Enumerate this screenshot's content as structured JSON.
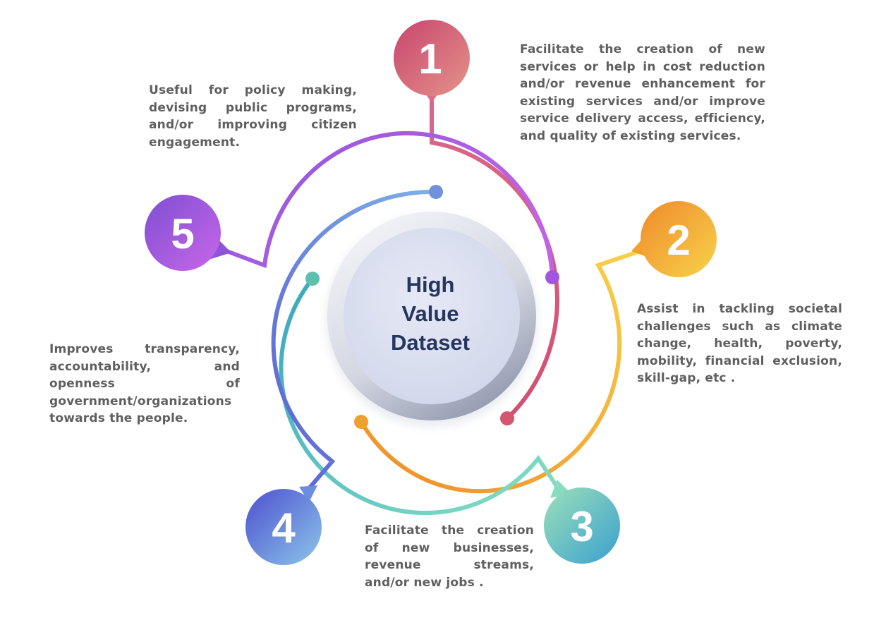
{
  "center": {
    "lines": [
      "High",
      "Value",
      "Dataset"
    ]
  },
  "colors": {
    "step1": "#d45e7a",
    "step2": "#f3a62d",
    "step3": "#5bc3be",
    "step4": "#5c68c9",
    "step5": "#9a57d8",
    "text": "#5f5f5f",
    "center_text": "#253660"
  },
  "steps": [
    {
      "number": "1",
      "text": "Facilitate the creation of new services or help in cost reduction and/or revenue enhancement for existing services and/or improve service delivery access, efficiency, and quality of existing services."
    },
    {
      "number": "2",
      "text": "Assist in tackling societal challenges such as climate change, health, poverty, mobility, financial exclusion, skill-gap, etc ."
    },
    {
      "number": "3",
      "text": "Facilitate the creation of new businesses, revenue streams, and/or new jobs ."
    },
    {
      "number": "4",
      "text": "Improves transparency, accountability, and openness of government/organizations towards the people."
    },
    {
      "number": "5",
      "text": "Useful for policy making, devising public programs, and/or improving citizen engagement."
    }
  ]
}
